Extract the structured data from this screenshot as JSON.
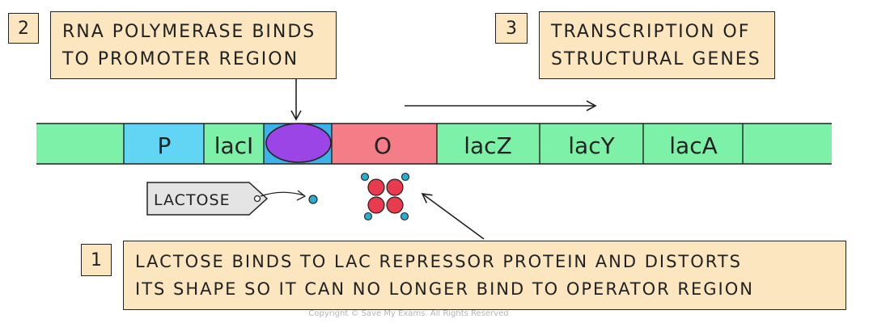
{
  "steps": [
    {
      "number": "2",
      "lines": [
        "RNA POLYMERASE BINDS",
        "TO PROMOTER REGION"
      ]
    },
    {
      "number": "3",
      "lines": [
        "TRANSCRIPTION OF",
        "STRUCTURAL GENES"
      ]
    },
    {
      "number": "1",
      "lines": [
        "LACTOSE BINDS TO LAC REPRESSOR PROTEIN AND DISTORTS",
        "ITS SHAPE SO IT CAN NO LONGER BIND TO OPERATOR REGION"
      ]
    }
  ],
  "dna_segments": {
    "promoter": "P",
    "laci": "lacI",
    "operator": "O",
    "lacz": "lacZ",
    "lacy": "lacY",
    "laca": "lacA"
  },
  "lactose_tag": "LACTOSE",
  "copyright": "Copyright © Save My Exams. All Rights Reserved",
  "colors": {
    "note_fill": "#fbe6bf",
    "dna_green": "#7ef1a9",
    "promoter_blue": "#62d4f4",
    "polymerase_purple": "#9b45e6",
    "operator_red": "#f57d87",
    "repressor_red": "#ea3a4d",
    "lactose_teal": "#27aed0",
    "tag_gray": "#e4e4e4"
  }
}
